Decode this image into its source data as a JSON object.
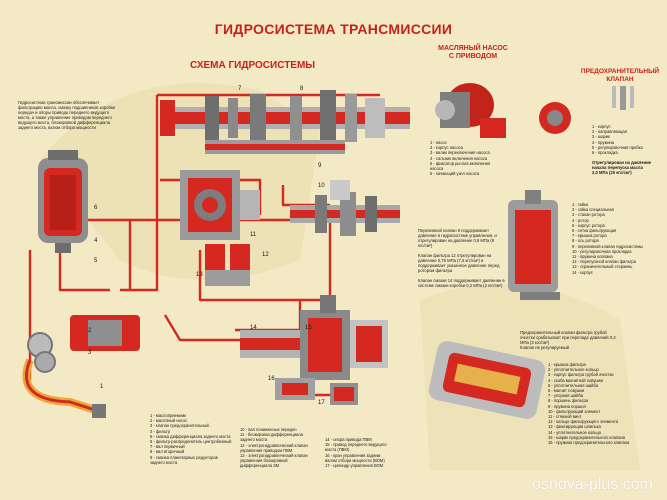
{
  "title": "ГИДРОСИСТЕМА ТРАНСМИССИИ",
  "schema_title": "СХЕМА ГИДРОСИСТЕМЫ",
  "pump_title": "МАСЛЯНЫЙ НАСОС\nС ПРИВОДОМ",
  "valve_title": "ПРЕДОХРАНИТЕЛЬНЫЙ\nКЛАПАН",
  "intro_text": "Гидросистема трансмиссии обеспечивает\nфильтрацию масла, смазку подшипников коробки\nпередач и опоры привода переднего ведущего\nмоста, а также управление приводом переднего\nведущего моста, блокировкой дифференциала\nзаднего моста, валом отбора мощности",
  "pump_legend": [
    "1 - насос",
    "2 - корпус насоса",
    "3 - валик переключения насоса",
    "4 - сальник включения насоса",
    "5 - фиксатор рычага включения",
    "  насоса",
    "6 - качающий узел насоса"
  ],
  "valve_legend": [
    "1 - корпус",
    "2 - направляющая",
    "3 - шарик",
    "4 - пружина",
    "5 - регулировочная пробка",
    "6 - прокладка"
  ],
  "valve_note": "Отрегулирован на давление\nначала перепуска масла\n2,0 МПа (20 кгс/см²)",
  "filter_legend": [
    "1 - гайка",
    "2 - гайка специальная",
    "3 - стакан ротора",
    "4 - ротор",
    "5 - корпус ротора",
    "6 - сетка фильтрующая",
    "7 - крышка ротора",
    "8 - ось ротора",
    "9 - переливной клапан гидросистемы",
    "10 - регулировочная прокладка",
    "11 - пружина клапана",
    "12 - перепускной клапан фильтра",
    "13 - ограничительный стержень",
    "14 - корпус",
    ""
  ],
  "filter_note": "Переливной клапан 9 поддерживает\nдавление в гидросистеме управления, и\nотрегулирован на давление 0,9 МПа (9\nкгс/см²)\n\nКлапан фильтра 12 отрегулирован на\nдавление 0,75 МПа (7,5 кгс/см²) и\nподдерживает указанное давление перед\nротором фильтра\n\nКлапан смазки 14 поддерживает давление в\nсистеме смазки коробки 0,2 МПа (2 кгс/см²)",
  "coarse_note": "Предохранительный клапан фильтра грубой\nочистки срабатывает при перепаде давлений 0,3\nМПа (3 кгс/см²)\nКлапан не регулируемый",
  "coarse_legend": [
    "1 - крышка фильтра",
    "2 - уплотнительное кольцо",
    "3 - корпус фильтра грубой очистки",
    "4 - скоба магнитной ловушки",
    "5 - уплотнительная шайба",
    "6 - магнит ловушки",
    "7 - упорная шайба",
    "8 - поршень фильтра",
    "9 - пружина поршня",
    "10 - фильтрующий элемент",
    "11 - стяжной винт",
    "12 - кольцо фильтрующего элемента",
    "13 - фиксирующая шпилька",
    "14 - уплотнительное кольцо",
    "15 - шарик предохранительного клапана",
    "16 - пружина предохранительного клапана"
  ],
  "bottom_col1": [
    "1 - маслоприемник",
    "2 - масляный насос",
    "3 - клапан предохранительный",
    "4 - фильтр",
    "5 - смазка дифференциала заднего моста",
    "6 - фильтр-распределитель центробежный",
    "7 - вал первичный",
    "8 - вал вторичный",
    "9 - смазка планетарных редукторов",
    "   заднего моста"
  ],
  "bottom_col2": [
    "10 - вал пониженных передач",
    "11 - блокировка дифференциала",
    "   заднего моста",
    "12 - электрогидравлический клапан",
    "   управления приводом ПВМ",
    "13 - электрогидравлический клапан",
    "   управления блокировкой",
    "   дифференциала ЗМ"
  ],
  "bottom_col3": [
    "14 - опора привода ПВМ",
    "15 - привод переднего ведущего",
    "   моста (ПВМ)",
    "16 - кран управления задним",
    "   валом отбора мощности (ВОМ)",
    "17 - цилиндр управления ВОМ"
  ],
  "numbers": [
    "1",
    "2",
    "3",
    "4",
    "5",
    "6",
    "7",
    "8",
    "9",
    "10",
    "11",
    "12",
    "13",
    "14",
    "15",
    "16",
    "17"
  ],
  "watermark": "osnova-plus.com",
  "colors": {
    "background": "#f3e9c4",
    "accent": "#c8211c",
    "pipe": "#d42820",
    "metal": "#8f8f8f"
  }
}
